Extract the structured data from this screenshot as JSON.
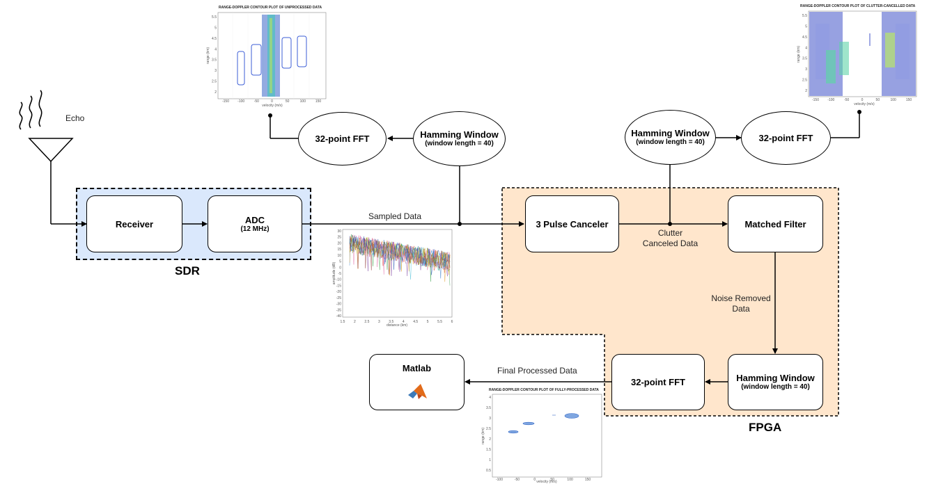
{
  "echo_label": "Echo",
  "sdr": {
    "label": "SDR",
    "receiver": "Receiver",
    "adc": "ADC",
    "adc_sub": "(12 MHz)"
  },
  "fpga": {
    "label": "FPGA",
    "pulse_canceler": "3 Pulse Canceler",
    "matched_filter": "Matched Filter",
    "hamming": "Hamming Window",
    "hamming_sub": "(window length = 40)",
    "fft": "32-point FFT"
  },
  "top_left": {
    "hamming": "Hamming Window",
    "hamming_sub": "(window length = 40)",
    "fft": "32-point FFT"
  },
  "top_right": {
    "hamming": "Hamming Window",
    "hamming_sub": "(window length = 40)",
    "fft": "32-point FFT"
  },
  "matlab": "Matlab",
  "edge_labels": {
    "sampled": "Sampled Data",
    "clutter": [
      "Clutter",
      "Canceled Data"
    ],
    "noise": [
      "Noise Removed",
      "Data"
    ],
    "final": "Final Processed Data"
  },
  "plots": {
    "unprocessed": {
      "title": "RANGE-DOPPLER CONTOUR PLOT OF UNPROCESSED DATA",
      "xlabel": "velocity (m/s)",
      "ylabel": "range (km)",
      "xticks": [
        "-150",
        "-100",
        "-50",
        "0",
        "50",
        "100",
        "150"
      ],
      "yticks": [
        "5.5",
        "5",
        "4.5",
        "4",
        "3.5",
        "3",
        "2.5",
        "2"
      ]
    },
    "clutter_cancelled": {
      "title": "RANGE-DOPPLER CONTOUR PLOT OF CLUTTER-CANCELLED DATA",
      "xlabel": "velocity (m/s)",
      "ylabel": "range (km)",
      "xticks": [
        "-150",
        "-100",
        "-50",
        "0",
        "50",
        "100",
        "150"
      ],
      "yticks": [
        "5.5",
        "5",
        "4.5",
        "4",
        "3.5",
        "3",
        "2.5",
        "2"
      ]
    },
    "fully_processed": {
      "title": "RANGE-DOPPLER CONTOUR PLOT OF FULLY-PROCESSED DATA",
      "xlabel": "velocity (m/s)",
      "ylabel": "range (km)",
      "xticks": [
        "-100",
        "-50",
        "0",
        "50",
        "100",
        "150"
      ],
      "yticks": [
        "4",
        "3.5",
        "3",
        "2.5",
        "2",
        "1.5",
        "1",
        "0.5"
      ]
    },
    "sampled": {
      "xlabel": "distance (km)",
      "ylabel": "amplitude (dB)",
      "xticks": [
        "1.5",
        "2",
        "2.5",
        "3",
        "3.5",
        "4",
        "4.5",
        "5",
        "5.5",
        "6"
      ],
      "yticks": [
        "30",
        "25",
        "20",
        "15",
        "10",
        "5",
        "0",
        "-5",
        "-10",
        "-15",
        "-20",
        "-25",
        "-30",
        "-35",
        "-40"
      ]
    }
  }
}
